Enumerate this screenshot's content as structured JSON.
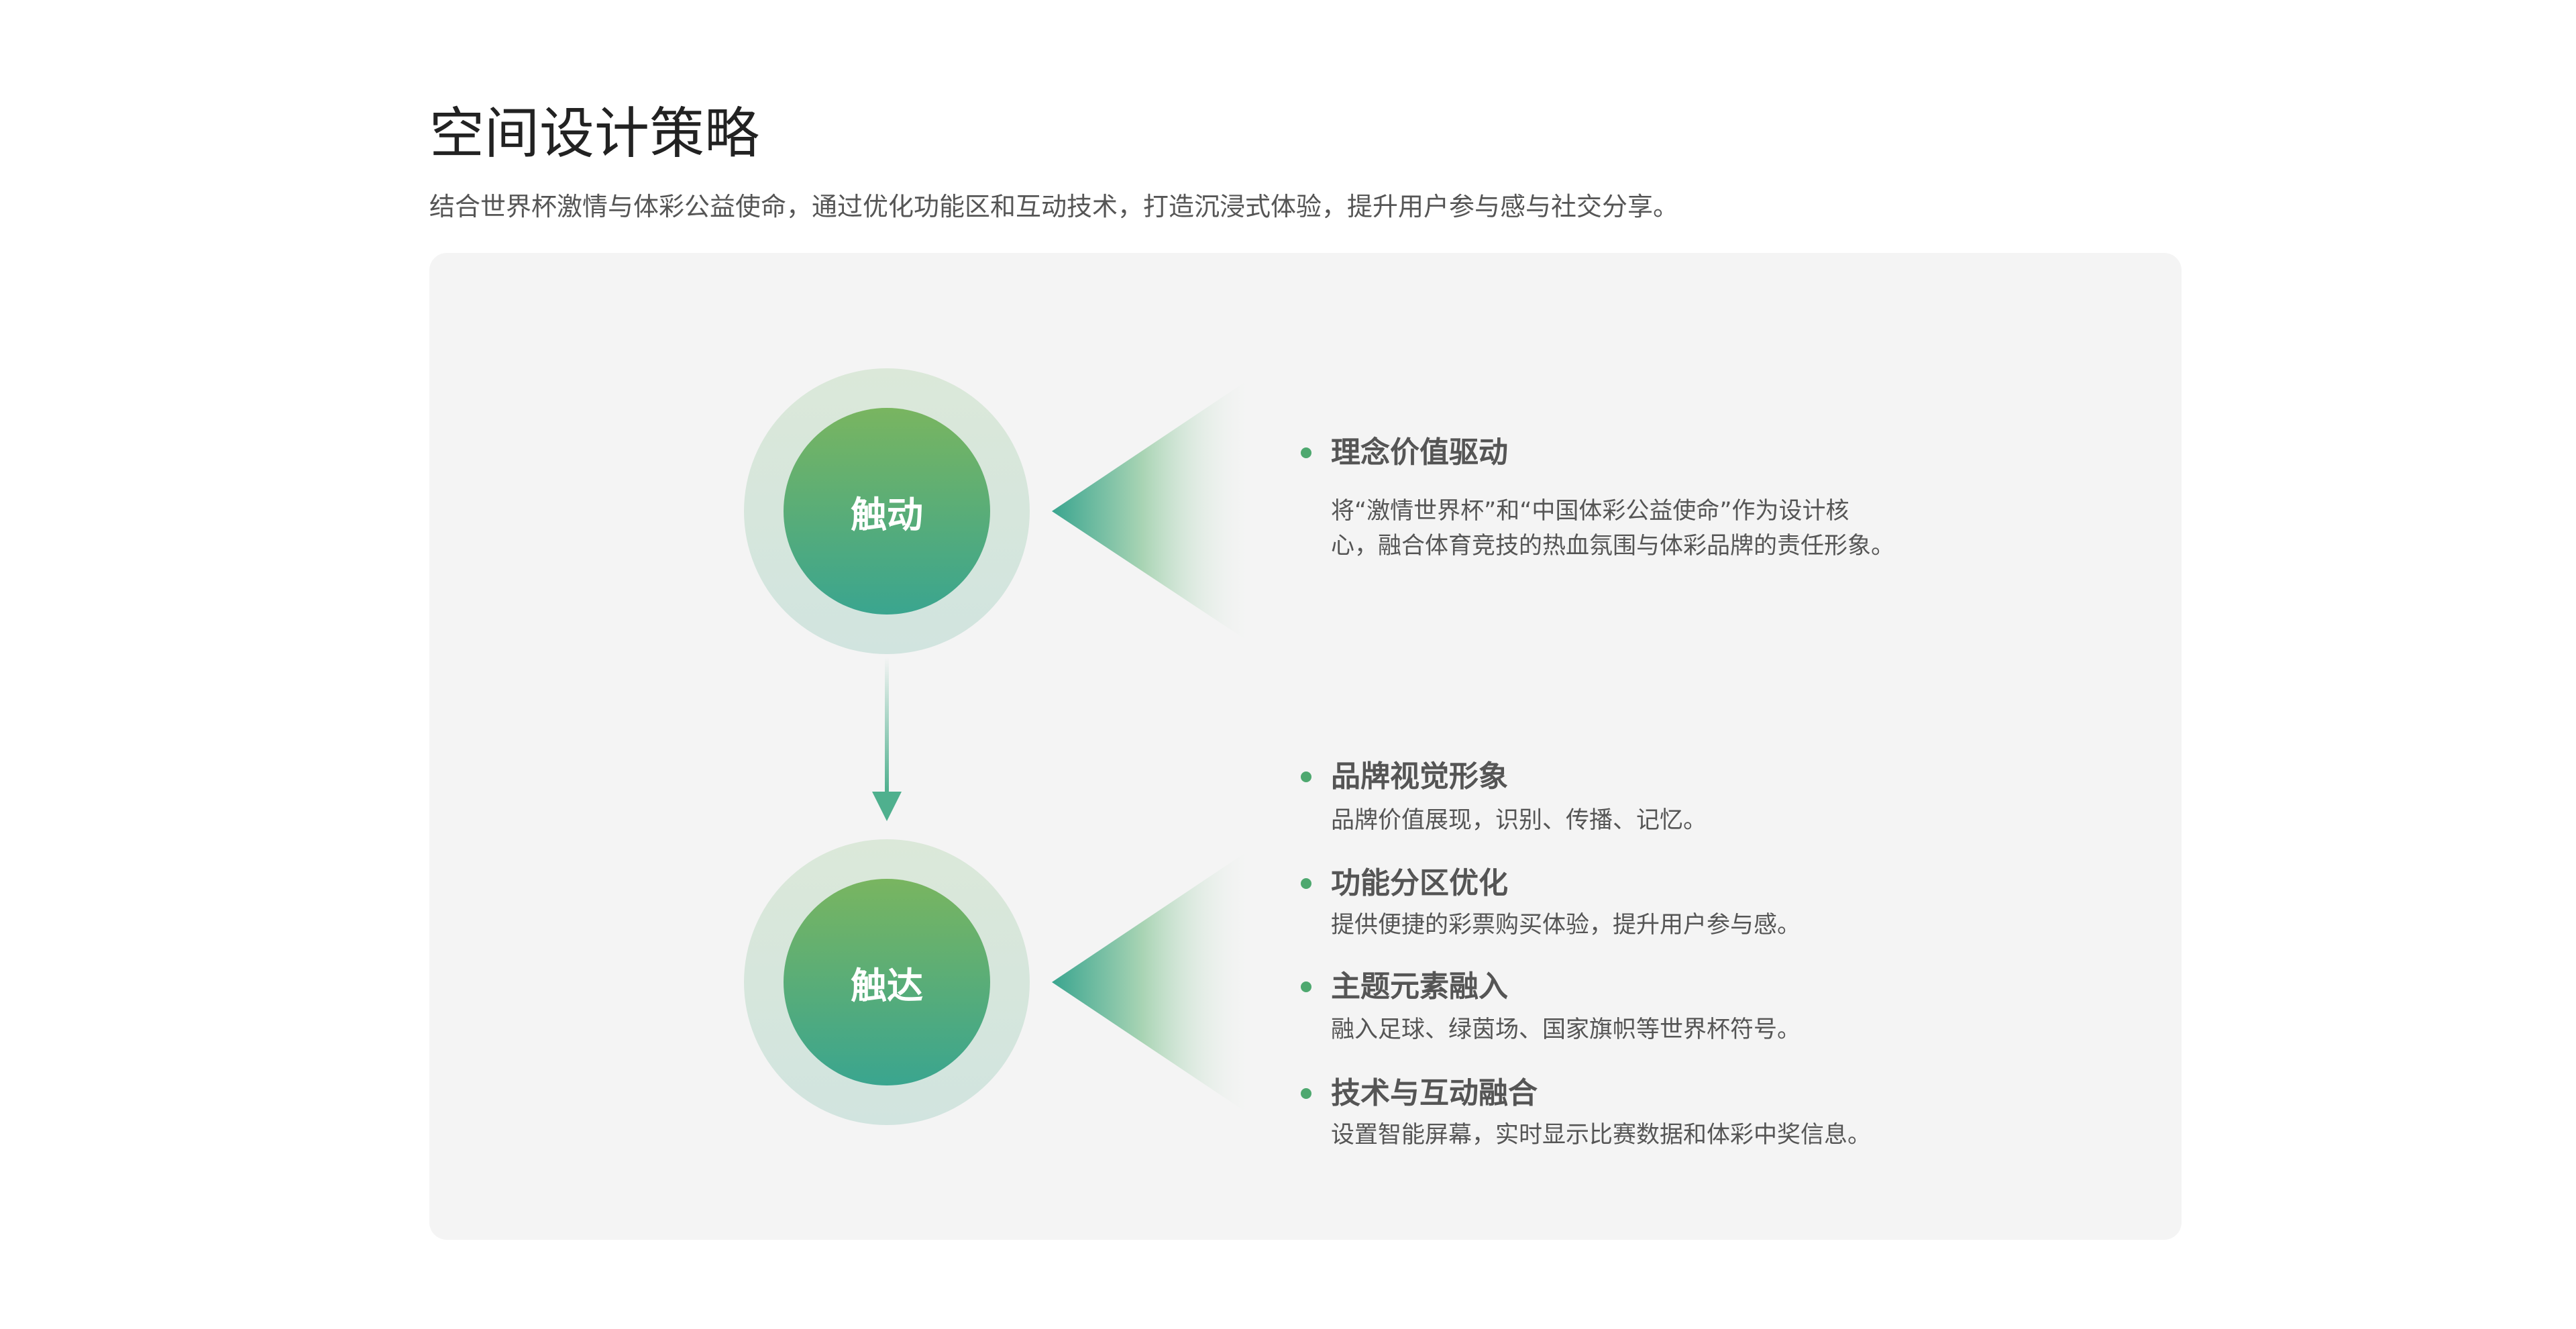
{
  "header": {
    "title": "空间设计策略",
    "subtitle": "结合世界杯激情与体彩公益使命，通过优化功能区和互动技术，打造沉浸式体验，提升用户参与感与社交分享。"
  },
  "nodes": [
    {
      "label": "触动"
    },
    {
      "label": "触达"
    }
  ],
  "colors": {
    "accent": "#4ea86f",
    "gradient_top": "#79b560",
    "gradient_bottom": "#3aa58f",
    "panel": "#f4f4f4"
  },
  "group1": {
    "items": [
      {
        "title": "理念价值驱动",
        "desc_lines": [
          "将“激情世界杯”和“中国体彩公益使命”作为设计核",
          "心，融合体育竞技的热血氛围与体彩品牌的责任形象。"
        ]
      }
    ]
  },
  "group2": {
    "items": [
      {
        "title": "品牌视觉形象",
        "desc": "品牌价值展现，识别、传播、记忆。"
      },
      {
        "title": "功能分区优化",
        "desc": "提供便捷的彩票购买体验，提升用户参与感。"
      },
      {
        "title": "主题元素融入",
        "desc": "融入足球、绿茵场、国家旗帜等世界杯符号。"
      },
      {
        "title": "技术与互动融合",
        "desc": "设置智能屏幕，实时显示比赛数据和体彩中奖信息。"
      }
    ]
  }
}
